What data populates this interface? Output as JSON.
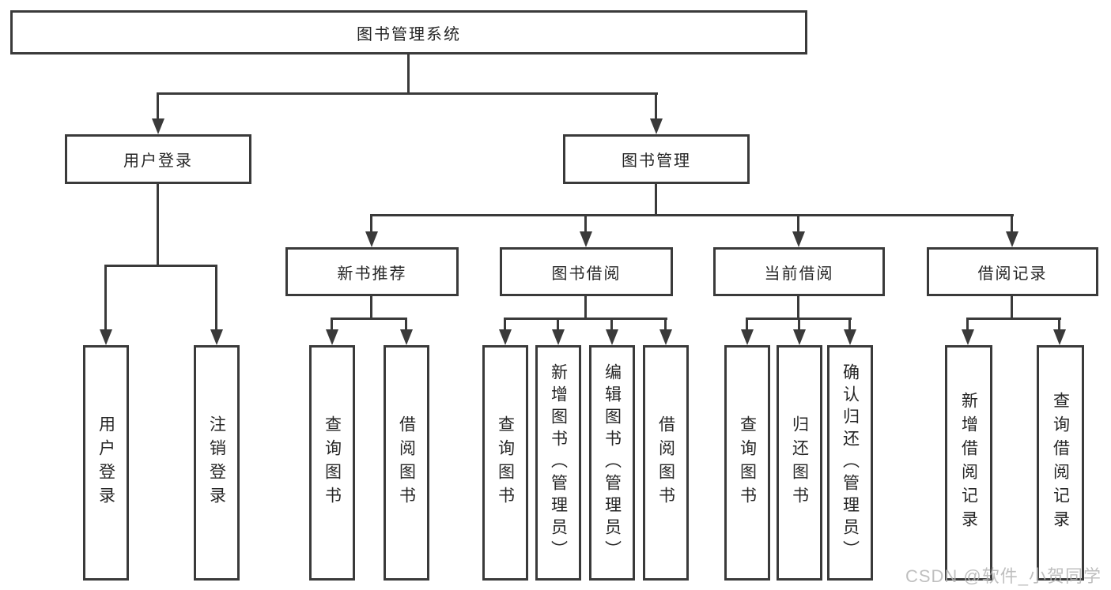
{
  "diagram": {
    "root": "图书管理系统",
    "level2": [
      "用户登录",
      "图书管理"
    ],
    "level3": [
      "新书推荐",
      "图书借阅",
      "当前借阅",
      "借阅记录"
    ],
    "groups": {
      "user_login": [
        "用户登录",
        "注销登录"
      ],
      "new_book_recommend": [
        "查询图书",
        "借阅图书"
      ],
      "book_borrow": [
        "查询图书",
        "新增图书（管理员）",
        "编辑图书（管理员）",
        "借阅图书"
      ],
      "current_borrow": [
        "查询图书",
        "归还图书",
        "确认归还（管理员）"
      ],
      "borrow_records": [
        "新增借阅记录",
        "查询借阅记录"
      ]
    },
    "watermark": "CSDN @软件_小贺同学",
    "colors": {
      "line": "#3a3a3a",
      "text": "#262626",
      "box_background": "#ffffff",
      "watermark": "#b5b5b5"
    }
  }
}
